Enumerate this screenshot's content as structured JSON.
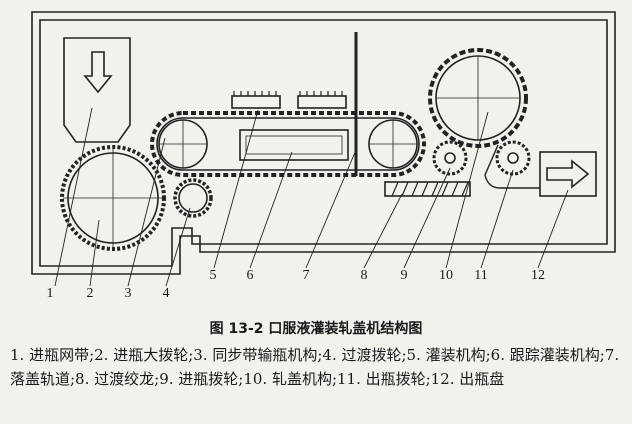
{
  "numbers": [
    "1",
    "2",
    "3",
    "4",
    "5",
    "6",
    "7",
    "8",
    "9",
    "10",
    "11",
    "12"
  ],
  "caption": "图 13-2    口服液灌装轧盖机结构图",
  "legend": "1. 进瓶网带;2. 进瓶大拨轮;3. 同步带输瓶机构;4. 过渡拨轮;5. 灌装机构;6. 跟踪灌装机构;7. 落盖轨道;8. 过渡绞龙;9. 进瓶拨轮;10. 轧盖机构;11. 出瓶拨轮;12. 出瓶盘"
}
